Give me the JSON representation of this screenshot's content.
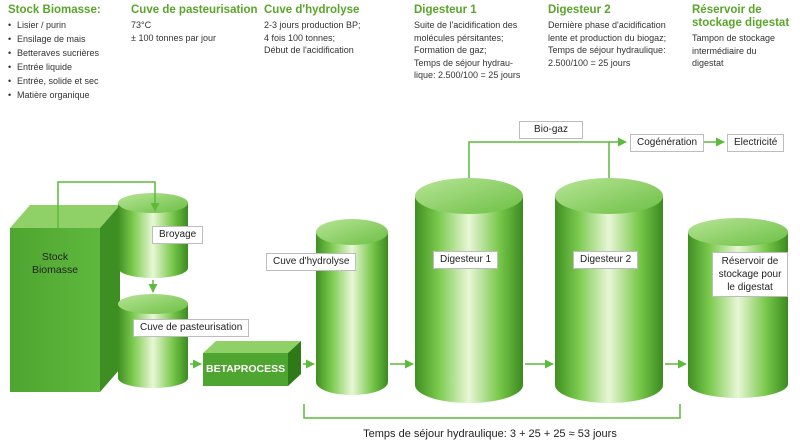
{
  "columns": [
    {
      "title": "Stock Biomasse:",
      "bullets": [
        "Lisier / purin",
        "Ensilage de mais",
        "Betteraves sucrières",
        "Entrée liquide",
        "Entrée, solide et sec",
        "Matière organique"
      ]
    },
    {
      "title": "Cuve de pasteurisation",
      "lines": [
        "73°C",
        "± 100 tonnes par jour"
      ]
    },
    {
      "title": "Cuve d'hydrolyse",
      "lines": [
        "2-3 jours production BP;",
        "4 fois 100 tonnes;",
        "Début de l'acidification"
      ]
    },
    {
      "title": "Digesteur 1",
      "lines": [
        "Suite de l'acidification des",
        "molécules pérsitantes;",
        "Formation de gaz;",
        "Temps de séjour hydrau-",
        "lique: 2.500/100 = 25 jours"
      ]
    },
    {
      "title": "Digesteur 2",
      "lines": [
        "Dernière phase d'acidification",
        "lente et production du biogaz;",
        "Temps de séjour hydraulique:",
        "2.500/100 = 25 jours"
      ]
    },
    {
      "title": "Réservoir de stockage digestat",
      "lines": [
        "Tampon de stockage",
        "intermédiaire du",
        "digestat"
      ]
    }
  ],
  "diagram": {
    "stock": "Stock Biomasse",
    "broyage": "Broyage",
    "pasteurisation": "Cuve de pasteurisation",
    "betaprocess": "BETAPROCESS",
    "hydrolyse": "Cuve d'hydrolyse",
    "digesteur1": "Digesteur 1",
    "digesteur2": "Digesteur 2",
    "reservoir": "Réservoir de stockage pour le digestat",
    "biogaz": "Bio-gaz",
    "cogeneration": "Cogénération",
    "electricite": "Electricité",
    "footer": "Temps de séjour hydraulique: 3 + 25 + 25 ≈ 53 jours"
  },
  "colors": {
    "green": "#6cc04a",
    "dark_green": "#3a8a26",
    "title_green": "#5aa52a",
    "arrow": "#5cba3c"
  }
}
